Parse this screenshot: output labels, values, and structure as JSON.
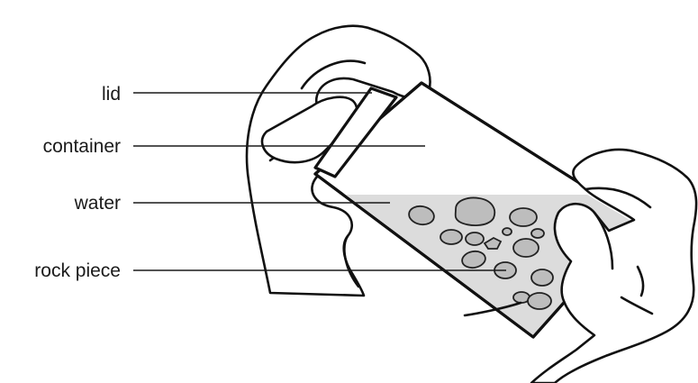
{
  "labels": {
    "lid": "lid",
    "container": "container",
    "water": "water",
    "rock_piece": "rock piece"
  },
  "colors": {
    "outline": "#111111",
    "water": "#dcdcdc",
    "rock": "#bdbdbd",
    "background": "#ffffff"
  }
}
